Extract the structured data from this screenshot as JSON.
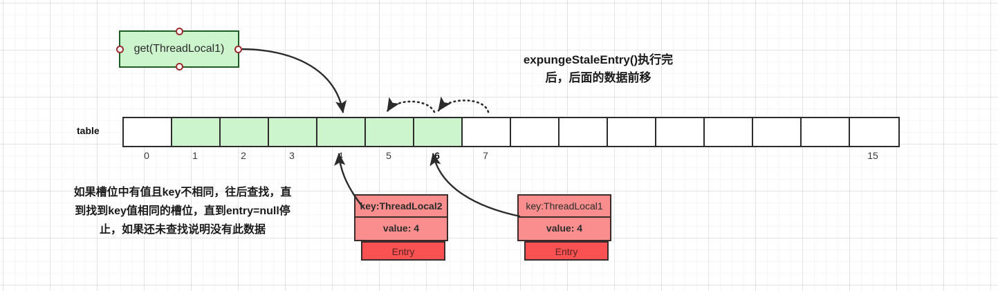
{
  "title": {
    "line1": "expungeStaleEntry()执行完",
    "line2": "后，后面的数据前移"
  },
  "action_box": {
    "label": "get(ThreadLocal1)"
  },
  "table": {
    "label": "table",
    "cells": [
      {
        "index": "0",
        "filled": false
      },
      {
        "index": "1",
        "filled": true
      },
      {
        "index": "2",
        "filled": true
      },
      {
        "index": "3",
        "filled": true
      },
      {
        "index": "4",
        "filled": true
      },
      {
        "index": "5",
        "filled": true
      },
      {
        "index": "6",
        "filled": true
      },
      {
        "index": "7",
        "filled": false
      },
      {
        "index": "",
        "filled": false
      },
      {
        "index": "",
        "filled": false
      },
      {
        "index": "",
        "filled": false
      },
      {
        "index": "",
        "filled": false
      },
      {
        "index": "",
        "filled": false
      },
      {
        "index": "",
        "filled": false
      },
      {
        "index": "",
        "filled": false
      },
      {
        "index": "15",
        "filled": false
      }
    ]
  },
  "note": {
    "line1": "如果槽位中有值且key不相同，往后查找，直",
    "line2": "到找到key值相同的槽位，直到entry=null停",
    "line3": "止，如果还未查找说明没有此数据"
  },
  "entries": [
    {
      "id": "entry-left",
      "key": "key:ThreadLocal2",
      "value": "value: 4",
      "footer": "Entry"
    },
    {
      "id": "entry-right",
      "key": "key:ThreadLocal1",
      "value": "value: 4",
      "footer": "Entry"
    }
  ],
  "colors": {
    "green_fill": "#cdf5cd",
    "green_border": "#1f5c20",
    "entry_fill": "#fa8e8e",
    "entry_footer_fill": "#fa5252",
    "stroke": "#2b2b2b",
    "handle_border": "#9b2b2b"
  }
}
